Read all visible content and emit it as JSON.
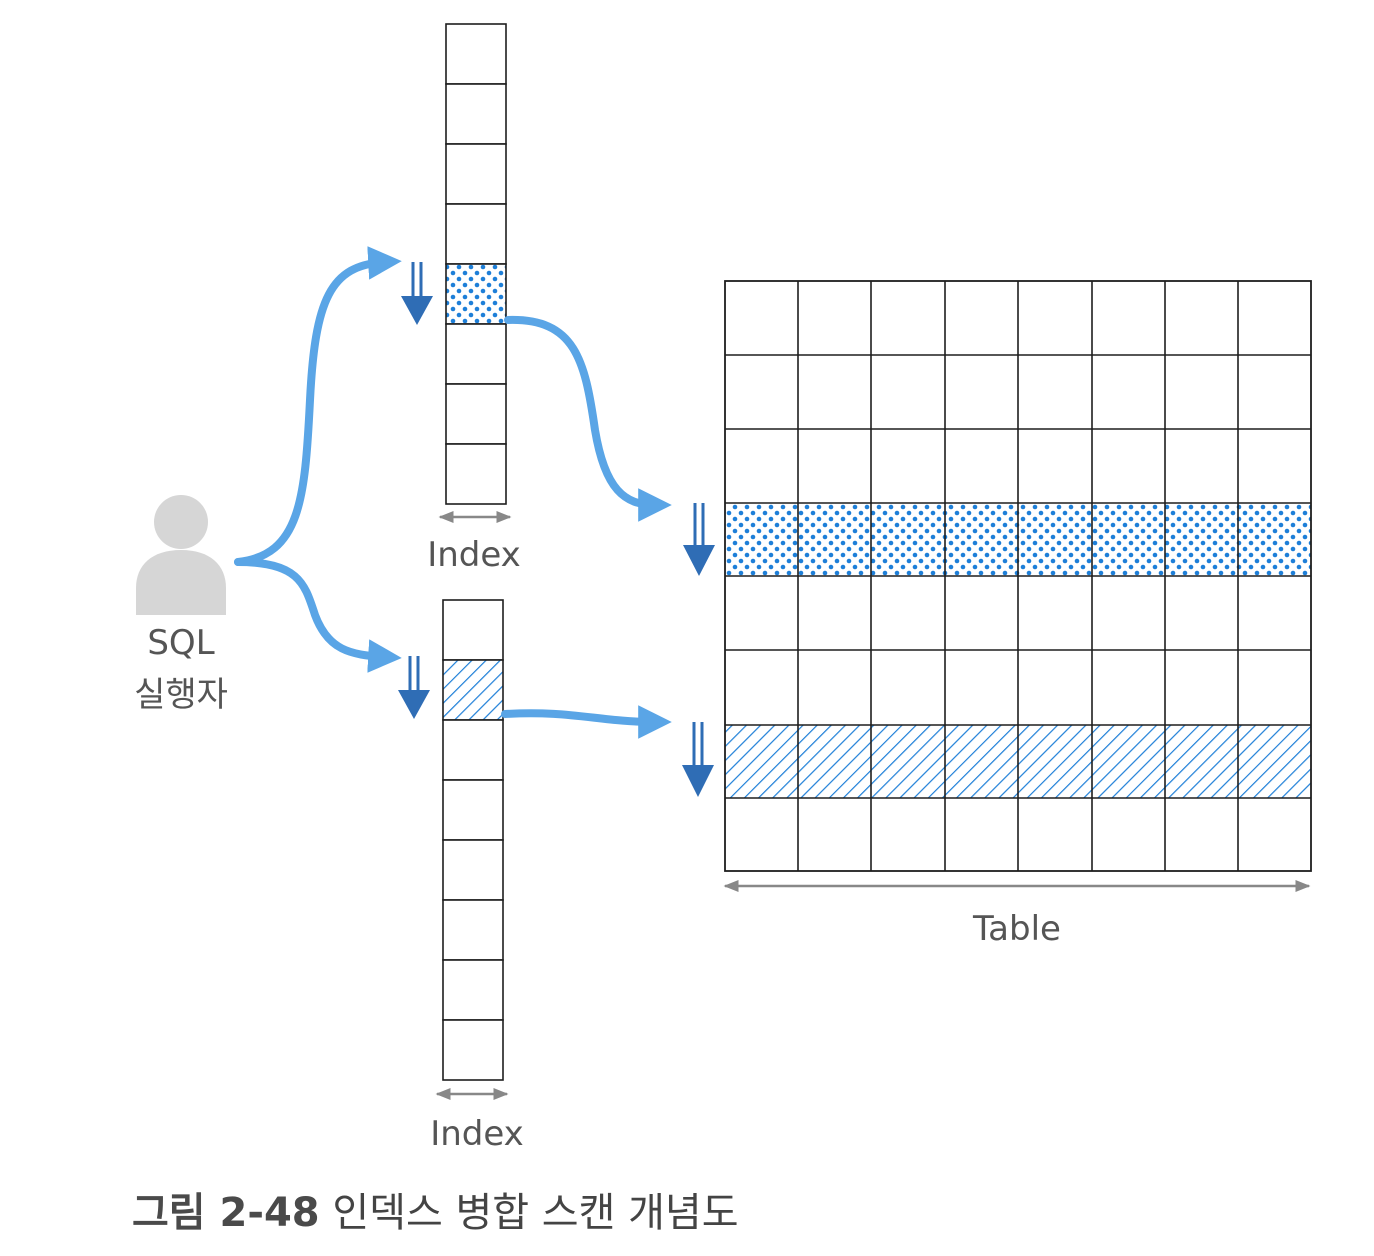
{
  "actor": {
    "line1": "SQL",
    "line2": "실행자"
  },
  "index_top": {
    "label": "Index"
  },
  "index_bottom": {
    "label": "Index"
  },
  "table": {
    "label": "Table"
  },
  "caption": {
    "number": "그림 2-48",
    "title": "인덱스 병합 스캔 개념도"
  },
  "colors": {
    "flow_arrow": "#5aa5e6",
    "scan_arrow": "#2f6db5",
    "highlight": "#1e7fd8",
    "dimension_arrow": "#888888"
  }
}
